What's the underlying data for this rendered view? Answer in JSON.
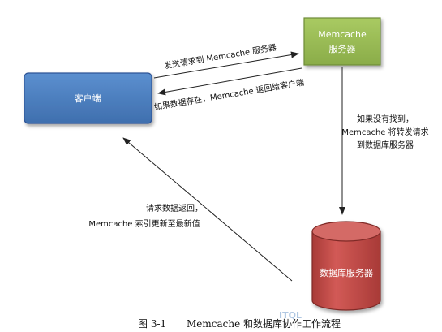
{
  "nodes": {
    "client": "客户端",
    "memcache_server_line1": "Memcache",
    "memcache_server_line2": "服务器",
    "db_server": "数据库服务器"
  },
  "edges": {
    "send_request": "发送请求到 Memcache 服务器",
    "return_if_exists": "如果数据存在，Memcache 返回给客户端",
    "not_found_line1": "如果没有找到，",
    "not_found_line2": "Memcache 将转发请求",
    "not_found_line3": "到数据库服务器",
    "db_return_line1": "请求数据返回，",
    "db_return_line2": "Memcache 索引更新至最新值"
  },
  "caption": {
    "figure_no": "图 3-1",
    "title": "Memcache 和数据库协作工作流程"
  },
  "watermark": "ITQL",
  "colors": {
    "client_fill": "#4f81bd",
    "memcache_fill": "#9bbb59",
    "db_fill": "#c0504d",
    "arrow": "#222222"
  }
}
